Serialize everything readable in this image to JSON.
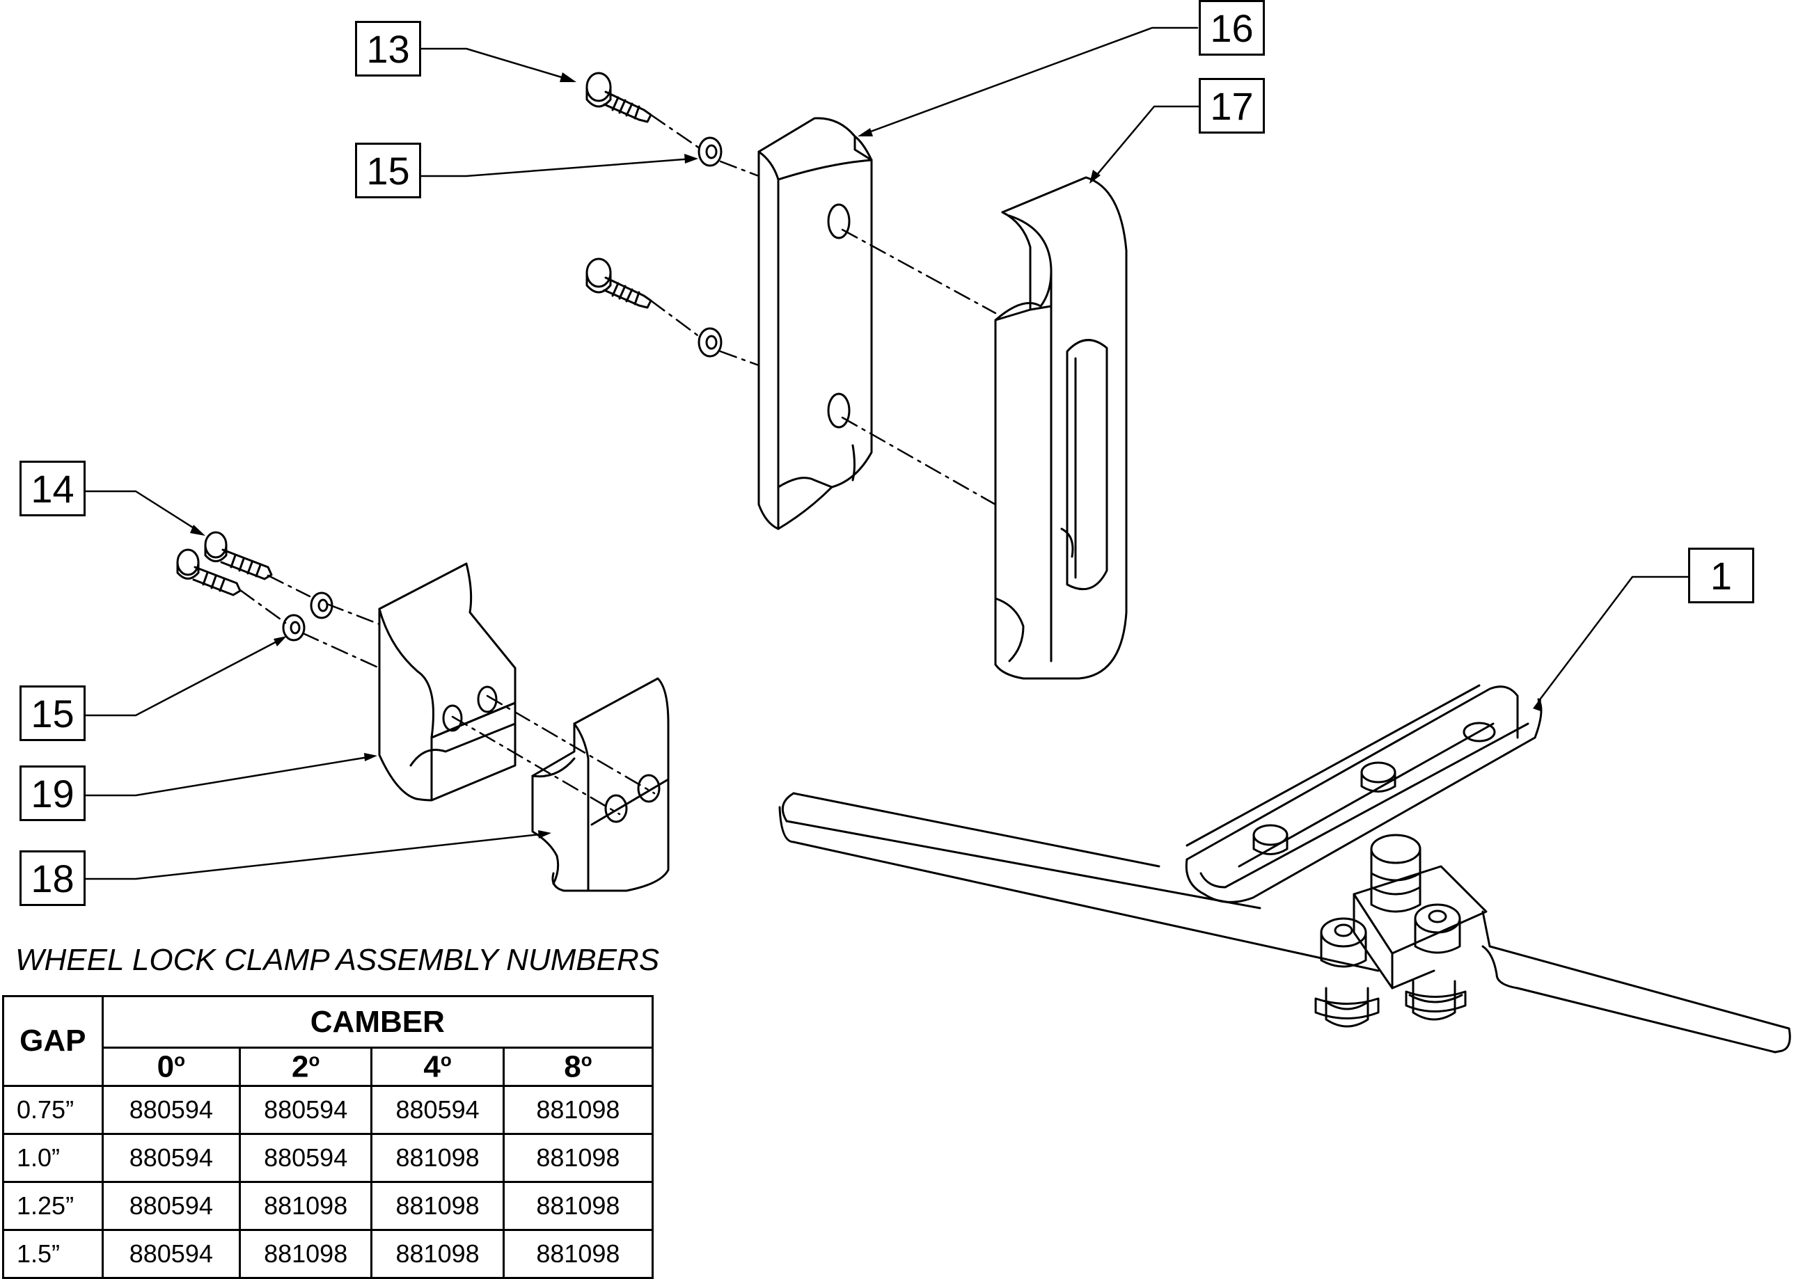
{
  "callouts": {
    "c13": "13",
    "c15_top": "15",
    "c16": "16",
    "c17": "17",
    "c14": "14",
    "c15_bottom": "15",
    "c19": "19",
    "c18": "18",
    "c1": "1"
  },
  "table": {
    "title": "WHEEL LOCK CLAMP ASSEMBLY NUMBERS",
    "gap_header": "GAP",
    "camber_header": "CAMBER",
    "camber_values": [
      "0",
      "2",
      "4",
      "8"
    ],
    "degree_symbol": "o",
    "rows": [
      {
        "gap": "0.75”",
        "values": [
          "880594",
          "880594",
          "880594",
          "881098"
        ]
      },
      {
        "gap": "1.0”",
        "values": [
          "880594",
          "880594",
          "881098",
          "881098"
        ]
      },
      {
        "gap": "1.25”",
        "values": [
          "880594",
          "881098",
          "881098",
          "881098"
        ]
      },
      {
        "gap": "1.5”",
        "values": [
          "880594",
          "881098",
          "881098",
          "881098"
        ]
      }
    ]
  }
}
